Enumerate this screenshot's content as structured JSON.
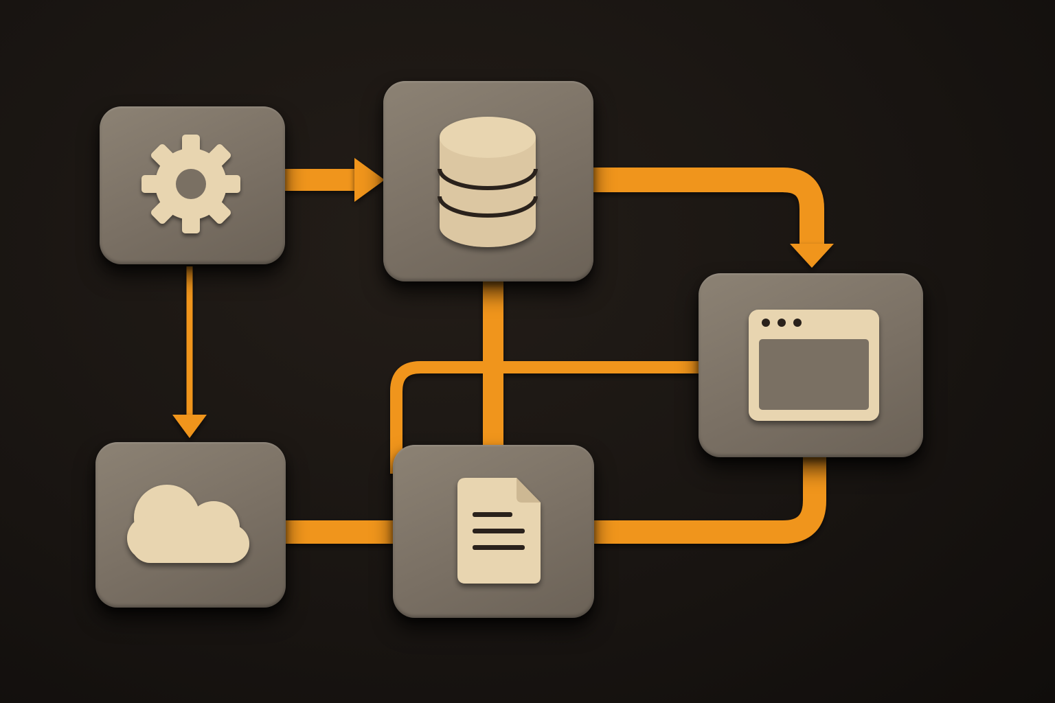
{
  "diagram": {
    "nodes": [
      {
        "id": "settings",
        "icon": "gear-icon"
      },
      {
        "id": "database",
        "icon": "database-icon"
      },
      {
        "id": "browser",
        "icon": "browser-window-icon"
      },
      {
        "id": "cloud",
        "icon": "cloud-icon"
      },
      {
        "id": "document",
        "icon": "document-icon"
      }
    ],
    "edges": [
      {
        "from": "settings",
        "to": "database",
        "arrow": true
      },
      {
        "from": "settings",
        "to": "cloud",
        "arrow": true
      },
      {
        "from": "database",
        "to": "browser",
        "arrow": true
      },
      {
        "from": "database",
        "to": "document",
        "arrow": false
      },
      {
        "from": "browser",
        "to": "document",
        "arrow": false
      },
      {
        "from": "cloud",
        "to": "document",
        "arrow": false
      },
      {
        "from": "document",
        "to": "browser",
        "arrow": false
      }
    ]
  },
  "colors": {
    "background": "#181411",
    "connector": "#f0951f",
    "tile": "#7a7064",
    "icon": "#e8d5b0"
  }
}
